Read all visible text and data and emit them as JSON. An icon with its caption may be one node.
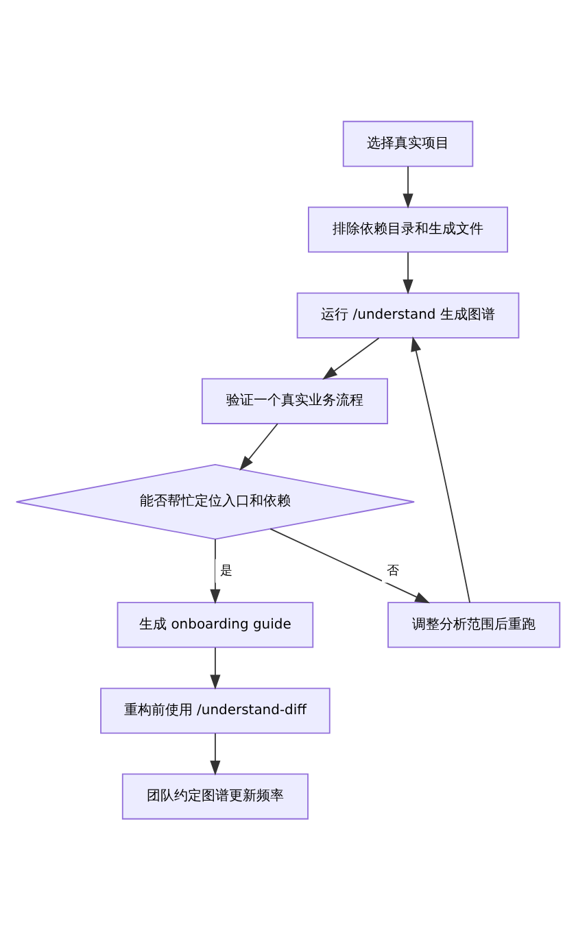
{
  "diagram": {
    "nodes": [
      {
        "text": [
          "选择真实项目"
        ]
      },
      {
        "text": [
          "排除依赖目录和生成文件"
        ]
      },
      {
        "text": [
          "运行 /understand 生成图谱"
        ]
      },
      {
        "text": [
          "验证一个真实业务流程"
        ]
      },
      {
        "text": [
          "能否帮忙定位入口和依赖"
        ]
      },
      {
        "text": [
          "调整分析范围后重跑"
        ]
      },
      {
        "text": [
          "生成 onboarding guide"
        ]
      },
      {
        "text": [
          "重构前使用 /understand-diff"
        ]
      },
      {
        "text": [
          "团队约定图谱更新频率"
        ]
      }
    ],
    "edges": [
      {
        "from": 0,
        "to": 1,
        "arrow": "to"
      },
      {
        "from": 1,
        "to": 2,
        "arrow": "to"
      },
      {
        "from": 2,
        "to": 3,
        "arrow": "to"
      },
      {
        "from": 3,
        "to": 4,
        "arrow": "to"
      },
      {
        "from": 4,
        "to": 5,
        "arrow": "to",
        "label": "否"
      },
      {
        "from": 4,
        "to": 6,
        "arrow": "to",
        "label": "是"
      },
      {
        "from": 5,
        "to": 2,
        "arrow": "to"
      },
      {
        "from": 6,
        "to": 7,
        "arrow": "to"
      },
      {
        "from": 7,
        "to": 8,
        "arrow": "to"
      }
    ]
  }
}
